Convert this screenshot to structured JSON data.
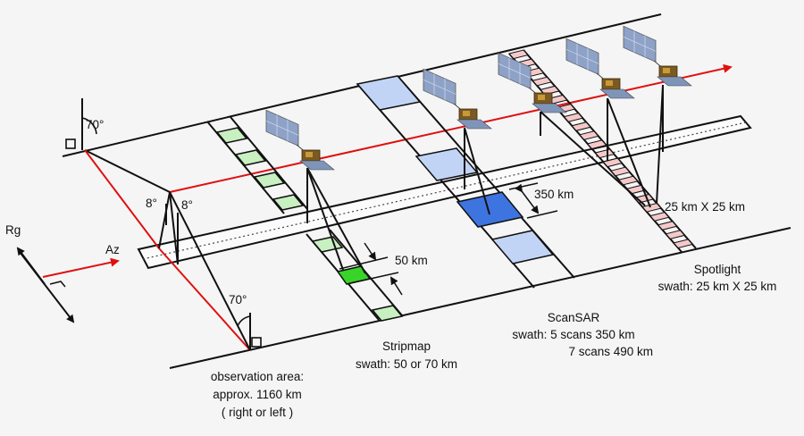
{
  "diagram": {
    "title": "",
    "colors": {
      "track": "#e01010",
      "line": "#111111",
      "strip_light": "#c8f0c0",
      "strip_dark": "#39d42a",
      "scansar_light": "#c2d4f6",
      "scansar_dark": "#3d74e0",
      "spot_cell": "#f5c9c9"
    },
    "labels": {
      "angle_top": "70°",
      "angle_left": "8°",
      "angle_right": "8°",
      "angle_bottom": "70°",
      "rg": "Rg",
      "az": "Az",
      "km50": "50 km",
      "km350": "350 km",
      "spot_cell": "25 km X 25 km",
      "spotlight_title": "Spotlight",
      "spotlight_swath": "swath: 25 km X 25 km",
      "scansar_title": "ScanSAR",
      "scansar_line1": "swath: 5 scans 350 km",
      "scansar_line2": "7 scans 490 km",
      "stripmap_title": "Stripmap",
      "stripmap_swath": "swath: 50 or 70 km",
      "obs_line1": "observation area:",
      "obs_line2": "approx. 1160 km",
      "obs_line3": "( right or left )"
    },
    "icons": [
      "satellite-icon"
    ]
  }
}
